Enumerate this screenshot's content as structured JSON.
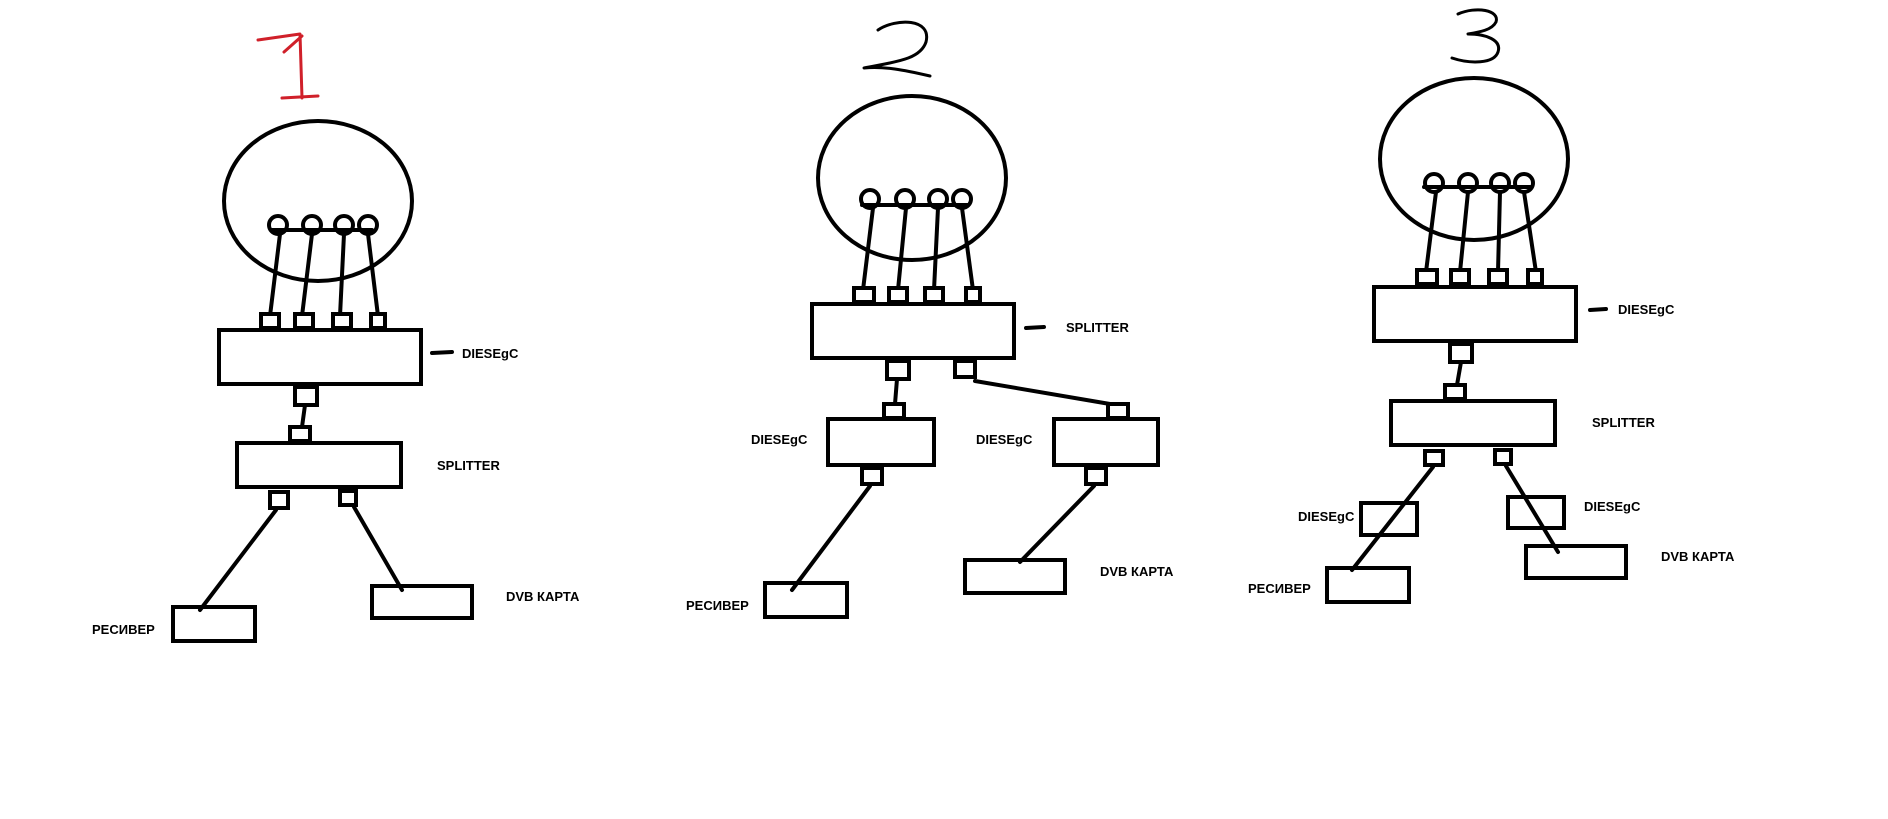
{
  "colors": {
    "ink": "#000000",
    "numeral_red": "#d0202a",
    "background": "#ffffff"
  },
  "diagrams": [
    {
      "number": "1",
      "number_color": "#d0202a",
      "labels": {
        "box1": "DIESEgC",
        "box2": "SPLITTER",
        "out_left": "РЕСИВЕР",
        "out_right": "DVB КАРТА"
      }
    },
    {
      "number": "2",
      "labels": {
        "box1": "SPLITTER",
        "box2_left": "DIESEgC",
        "box2_right": "DIESEgC",
        "out_left": "РЕСИВЕР",
        "out_right": "DVB КАРТА"
      }
    },
    {
      "number": "3",
      "labels": {
        "box1": "DIESEgC",
        "box2": "SPLITTER",
        "box3_left": "DIESEgC",
        "box3_right": "DIESEgC",
        "out_left": "РЕСИВЕР",
        "out_right": "DVB КАРТА"
      }
    }
  ]
}
